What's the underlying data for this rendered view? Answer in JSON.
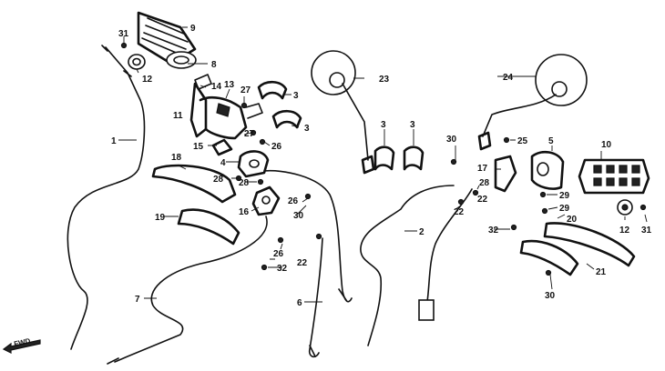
{
  "diagram": {
    "callouts": {
      "c1": "1",
      "c2": "2",
      "c3a": "3",
      "c3b": "3",
      "c3c": "3",
      "c3d": "3",
      "c4": "4",
      "c5": "5",
      "c6": "6",
      "c7": "7",
      "c8": "8",
      "c9": "9",
      "c10": "10",
      "c11": "11",
      "c12a": "12",
      "c12b": "12",
      "c13": "13",
      "c14": "14",
      "c15": "15",
      "c16": "16",
      "c17": "17",
      "c18": "18",
      "c19": "19",
      "c20": "20",
      "c21": "21",
      "c22a": "22",
      "c22b": "22",
      "c22c": "22",
      "c23": "23",
      "c24": "24",
      "c25": "25",
      "c26a": "26",
      "c26b": "26",
      "c26c": "26",
      "c27a": "27",
      "c27b": "27",
      "c28a": "28",
      "c28b": "28",
      "c28c": "28",
      "c29a": "29",
      "c29b": "29",
      "c30a": "30",
      "c30b": "30",
      "c30c": "30",
      "c31a": "31",
      "c31b": "31",
      "c32a": "32",
      "c32b": "32"
    },
    "forward_label": "FWD"
  }
}
